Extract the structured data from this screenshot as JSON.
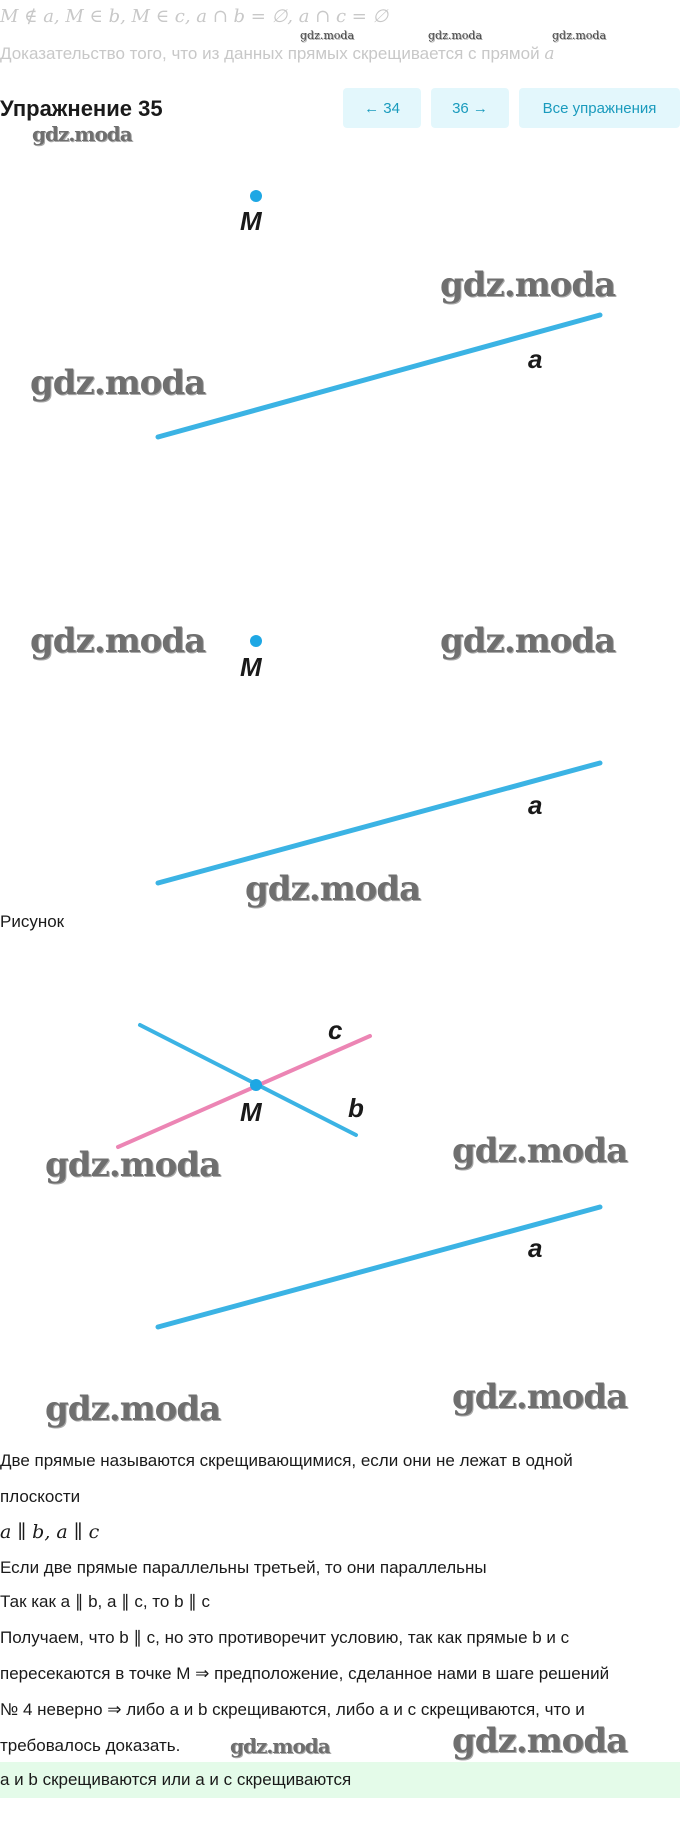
{
  "given": "M ∉ a, M ∈ b, M ∈ c, a ∩ b = ∅,  a ∩ c = ∅",
  "subtitle": "Доказательство того, что из данных прямых скрещивается с прямой",
  "subtitle_var": "a",
  "title": "Упражнение 35",
  "nav": {
    "prev": "← 34",
    "next": "36 →",
    "all": "Все упражнения"
  },
  "watermark": "gdz.moda",
  "figure_labels": {
    "M": "M",
    "a": "a",
    "b": "b",
    "c": "c"
  },
  "figure_caption": "Рисунок",
  "colors": {
    "line_blue": "#3bb3e4",
    "line_pink": "#ec85b4",
    "answer_bg": "#e4fbe9",
    "button_bg": "#e3f7fc",
    "button_text": "#1a9bbd"
  },
  "solution": [
    "Две прямые называются скрещивающимися, если они не лежат в одной",
    "плоскости",
    "a ∥ b,  a ∥ c",
    "Если две прямые параллельны третьей, то они параллельны",
    "Так как a ∥ b,  a ∥ c, то b ∥ c",
    "Получаем, что b ∥ c, но это противоречит условию, так как прямые b и c",
    "пересекаются в точке M ⇒ предположение, сделанное нами в шаге решений",
    "№ 4 неверно ⇒ либо a и b скрещиваются, либо a и c скрещиваются, что и",
    "требовалось доказать."
  ],
  "answer": "a и b скрещиваются или a и c скрещиваются"
}
